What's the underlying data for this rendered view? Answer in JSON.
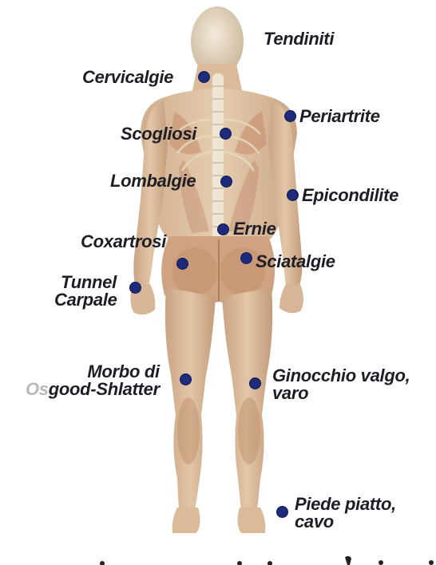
{
  "colors": {
    "marker": "#1e2a7a",
    "label_text": "#1d1d26",
    "faded_text": "#b8b8b8",
    "skin": "#dcc3a4",
    "muscle": "#c98f6e",
    "bone": "#efe7d6"
  },
  "labels": {
    "tendiniti": "Tendiniti",
    "cervicalgie": "Cervicalgie",
    "periartrite": "Periartrite",
    "scogliosi": "Scogliosi",
    "lombalgie": "Lombalgie",
    "epicondilite": "Epicondilite",
    "ernie": "Ernie",
    "coxartrosi": "Coxartrosi",
    "sciatalgie": "Sciatalgie",
    "tunnel_line1": "Tunnel",
    "tunnel_line2": "Carpale",
    "morbo_line1": "Morbo di",
    "morbo_faded": "Os",
    "morbo_rest": "good-Shlatter",
    "ginocchio_line1": "Ginocchio valgo,",
    "ginocchio_line2": "varo",
    "piede_line1": "Piede piatto,",
    "piede_line2": "cavo"
  }
}
